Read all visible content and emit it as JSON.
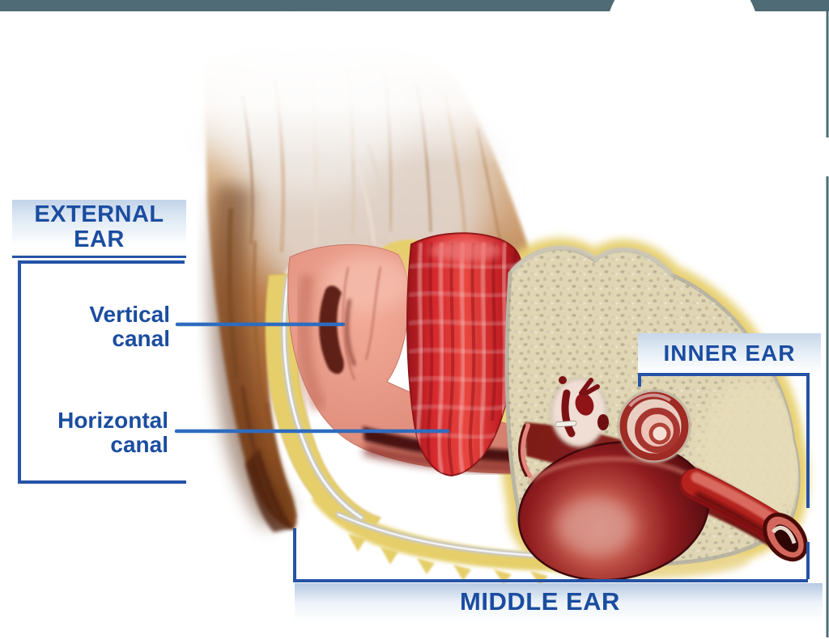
{
  "labels": {
    "external_ear": {
      "line1": "EXTERNAL",
      "line2": "EAR"
    },
    "vertical_canal": {
      "line1": "Vertical",
      "line2": "canal"
    },
    "horizontal_canal": {
      "line1": "Horizontal",
      "line2": "canal"
    },
    "inner_ear": {
      "text": "INNER EAR"
    },
    "middle_ear": {
      "text": "MIDDLE EAR"
    }
  },
  "colors": {
    "label_text": "#1b4da0",
    "bracket_line": "#2553a6",
    "leader_line": "#2e6cc0",
    "label_band_blue": "#c2d4e9",
    "top_bar_teal": "#4f6b75",
    "fur_brown": "#b06a3b",
    "fur_dark_brown": "#5e2f12",
    "cartilage_yellow": "#e6cf6b",
    "ear_canal_pink": "#e8968a",
    "canal_lumen_dark": "#531410",
    "muscle_red": "#cc2127",
    "bone_cream": "#e0d6b4",
    "tympanic_bulla_maroon": "#7e1519",
    "eustachian_tube_red": "#b5231f"
  }
}
